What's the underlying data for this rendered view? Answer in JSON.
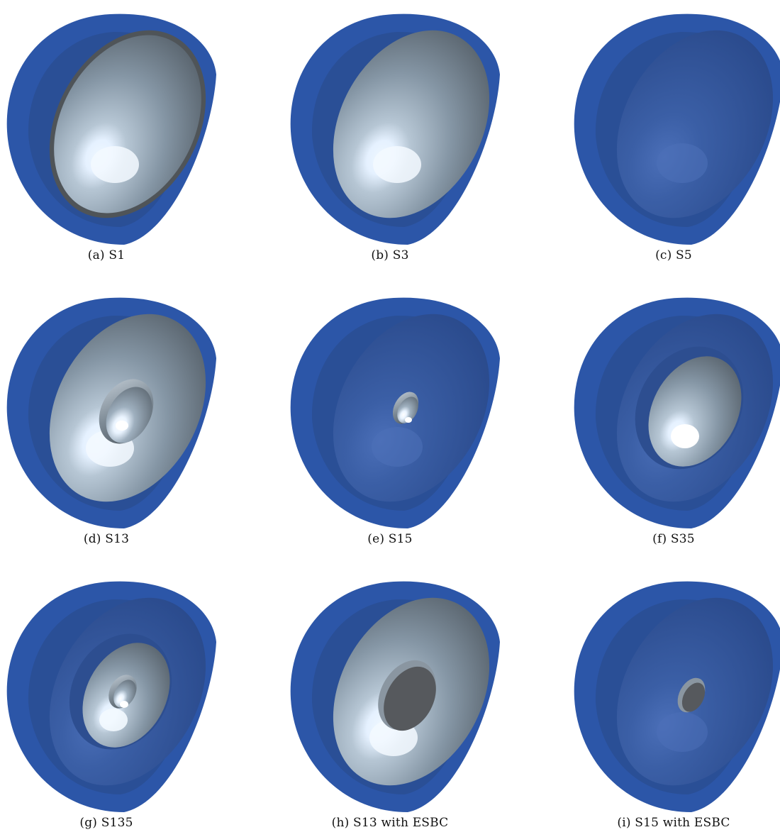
{
  "colors": {
    "shell_blue": "#2c56a8",
    "shell_blue_inner": "#2a4f96",
    "shell_blue_dark": "#1f3d7a",
    "metal_light": "#eaf4ff",
    "metal_mid": "#9fb0bf",
    "metal_dark": "#5c6771",
    "rim_gray": "#4f5458",
    "flat_disk": "#56595d"
  },
  "panels": [
    {
      "id": "a",
      "caption": "(a) S1",
      "layers": [
        "metal-bowl-rim"
      ]
    },
    {
      "id": "b",
      "caption": "(b) S3",
      "layers": [
        "metal-bowl"
      ]
    },
    {
      "id": "c",
      "caption": "(c) S5",
      "layers": [
        "blue-bowl"
      ]
    },
    {
      "id": "d",
      "caption": "(d) S13",
      "layers": [
        "metal-bowl",
        "small-metal-sphere"
      ]
    },
    {
      "id": "e",
      "caption": "(e) S15",
      "layers": [
        "blue-bowl",
        "tiny-metal-sphere"
      ]
    },
    {
      "id": "f",
      "caption": "(f) S35",
      "layers": [
        "blue-bowl",
        "mid-metal-sphere"
      ]
    },
    {
      "id": "g",
      "caption": "(g) S135",
      "layers": [
        "blue-bowl",
        "mid-metal-sphere",
        "small-metal-sphere-inner"
      ]
    },
    {
      "id": "h",
      "caption": "(h) S13 with ESBC",
      "layers": [
        "metal-bowl",
        "flat-disk"
      ]
    },
    {
      "id": "i",
      "caption": "(i) S15 with ESBC",
      "layers": [
        "blue-bowl",
        "tiny-flat-disk"
      ]
    }
  ]
}
